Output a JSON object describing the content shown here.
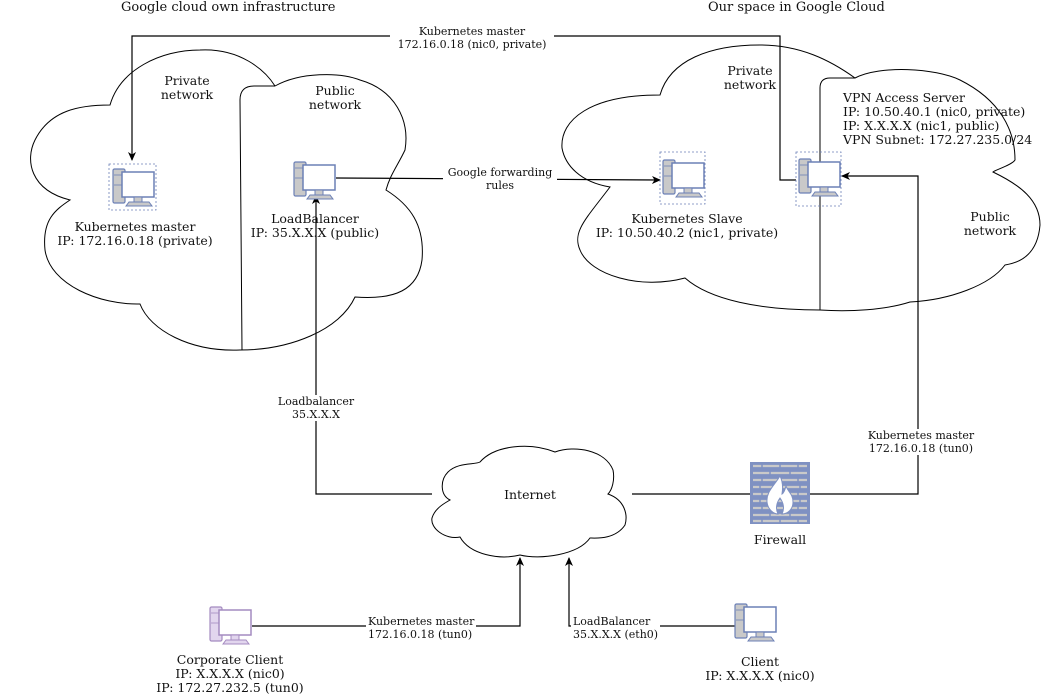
{
  "titles": {
    "left": "Google cloud own infrastructure",
    "right": "Our space in Google Cloud"
  },
  "regions": {
    "left_private": [
      "Private",
      "network"
    ],
    "left_public": [
      "Public",
      "network"
    ],
    "right_private": [
      "Private",
      "network"
    ],
    "right_public": [
      "Public",
      "network"
    ]
  },
  "nodes": {
    "k8s_master": {
      "icon": "computer-icon",
      "lines": [
        "Kubernetes master",
        "IP: 172.16.0.18 (private)"
      ]
    },
    "loadbalancer": {
      "icon": "computer-icon",
      "lines": [
        "LoadBalancer",
        "IP: 35.X.X.X (public)"
      ]
    },
    "k8s_slave": {
      "icon": "computer-icon",
      "lines": [
        "Kubernetes Slave",
        "IP: 10.50.40.2 (nic1, private)"
      ]
    },
    "vpn_server": {
      "icon": "computer-icon",
      "lines": [
        "VPN Access Server",
        "IP: 10.50.40.1 (nic0, private)",
        "IP: X.X.X.X (nic1, public)",
        "VPN Subnet: 172.27.235.0/24"
      ]
    },
    "internet": {
      "icon": "cloud-icon",
      "lines": [
        "Internet"
      ]
    },
    "firewall": {
      "icon": "firewall-icon",
      "lines": [
        "Firewall"
      ]
    },
    "corporate_client": {
      "icon": "computer-icon",
      "lines": [
        "Corporate Client",
        "IP: X.X.X.X (nic0)",
        "IP: 172.27.232.5 (tun0)"
      ]
    },
    "client": {
      "icon": "computer-icon",
      "lines": [
        "Client",
        "IP: X.X.X.X (nic0)"
      ]
    }
  },
  "edges": {
    "vpn_to_master": [
      "Kubernetes master",
      "172.16.0.18 (nic0, private)"
    ],
    "forwarding": [
      "Google forwarding",
      "rules"
    ],
    "internet_to_lb": [
      "Loadbalancer",
      "35.X.X.X"
    ],
    "firewall_to_vpn": [
      "Kubernetes master",
      "172.16.0.18 (tun0)"
    ],
    "corp_to_internet": [
      "Kubernetes master",
      "172.16.0.18 (tun0)"
    ],
    "client_to_internet": [
      "LoadBalancer",
      "35.X.X.X (eth0)"
    ]
  },
  "colors": {
    "icon_stroke": "#6c80b6",
    "icon_fill": "#c9c9c9",
    "screen": "#ffffff",
    "corp_icon_stroke": "#a48bc0",
    "firewall_brick": "#7f91c2"
  }
}
